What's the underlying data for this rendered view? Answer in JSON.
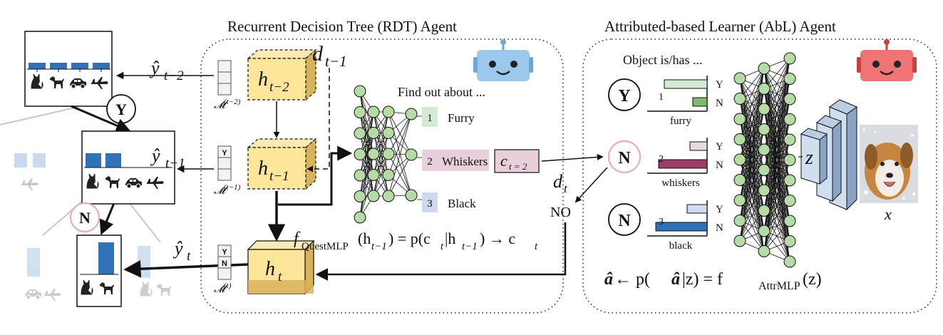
{
  "rdt": {
    "title": "Recurrent Decision Tree (RDT) Agent",
    "d_prev": "d",
    "d_prev_sub": "t−1",
    "hidden": [
      {
        "base": "h",
        "sub": "t−2"
      },
      {
        "base": "h",
        "sub": "t−1"
      },
      {
        "base": "h",
        "sub": "t"
      }
    ],
    "memory": [
      {
        "base": "𝓜",
        "sup": "(t−2)",
        "cells": [
          "",
          "",
          ""
        ]
      },
      {
        "base": "𝓜",
        "sup": "(t−1)",
        "cells": [
          "Y",
          "",
          ""
        ]
      },
      {
        "base": "𝓜",
        "sup": "(t)",
        "cells": [
          "Y",
          "N",
          ""
        ]
      }
    ],
    "find_out": "Find out about ...",
    "questions": [
      {
        "num": "1",
        "label": "Furry",
        "color": "#d5ead2"
      },
      {
        "num": "2",
        "label": "Whiskers",
        "color": "#e8cfd9"
      },
      {
        "num": "3",
        "label": "Black",
        "color": "#ccd9f0"
      }
    ],
    "ct_label": "c",
    "ct_sub": "t = 2",
    "formula": {
      "f": "f",
      "f_sub": "QuestMLP",
      "rest": "(h",
      "rest_sub": "t−1",
      "mid": ") = p(c",
      "mid_sub": "t",
      "mid2": "|h",
      "mid2_sub": "t−1",
      "end": ") → c",
      "end_sub": "t"
    }
  },
  "tree": {
    "yhat_labels": [
      {
        "base": "ŷ",
        "sub": "t−2"
      },
      {
        "base": "ŷ",
        "sub": "t−1"
      },
      {
        "base": "ŷ",
        "sub": "t"
      }
    ],
    "decisions": [
      "Y",
      "N"
    ]
  },
  "middle": {
    "d_label": "d",
    "d_sub": "t",
    "answer": "NO"
  },
  "abl": {
    "title": "Attributed-based Learner (AbL) Agent",
    "header": "Object is/has ...",
    "attributes": [
      {
        "num": "1",
        "answer": "Y",
        "name": "furry",
        "y_value": 0.75,
        "n_value": 0.25,
        "y_color": "#d5ead2",
        "n_color": "#7dbb6e"
      },
      {
        "num": "2",
        "answer": "N",
        "name": "whiskers",
        "y_value": 0.3,
        "n_value": 0.85,
        "y_color": "#ead7df",
        "n_color": "#9c3d6b"
      },
      {
        "num": "3",
        "answer": "N",
        "name": "black",
        "y_value": 0.35,
        "n_value": 0.9,
        "y_color": "#cfdcf3",
        "n_color": "#2f72b8"
      }
    ],
    "yn": [
      "Y",
      "N"
    ],
    "z_label": "z",
    "x_label": "x",
    "formula": {
      "a": "â",
      "arrow": " ← p(",
      "a2": "â",
      "mid": "|z) = f",
      "sub": "AttrMLP",
      "end": "(z)"
    }
  },
  "colors": {
    "cube_front": "#fde59a",
    "cube_top": "#fceab5",
    "cube_side": "#d8b25d",
    "node_fill": "#b6dca5",
    "bar_blue": "#2f72b8",
    "bar_faded": "#c9dcee"
  },
  "icons": [
    "cat-icon",
    "dog-icon",
    "car-icon",
    "plane-icon",
    "robot-blue-icon",
    "robot-red-icon"
  ]
}
